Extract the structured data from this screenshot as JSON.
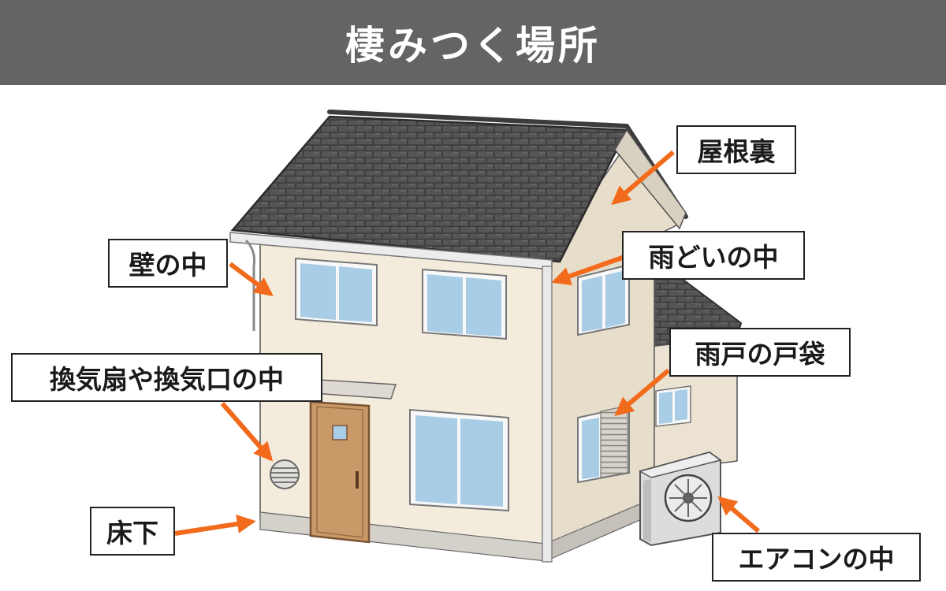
{
  "header": {
    "title": "棲みつく場所"
  },
  "labels": {
    "attic": "屋根裏",
    "wall": "壁の中",
    "gutter": "雨どいの中",
    "vent": "換気扇や換気口の中",
    "shutter_box": "雨戸の戸袋",
    "underfloor": "床下",
    "aircon": "エアコンの中"
  },
  "colors": {
    "header_bg": "#666462",
    "arrow": "#f26b1d",
    "wall": "#f3ebdc",
    "roof": "#4d4d4d",
    "door": "#c99a68",
    "glass": "#a9cde6"
  },
  "icons": [
    "arrow-icon"
  ]
}
